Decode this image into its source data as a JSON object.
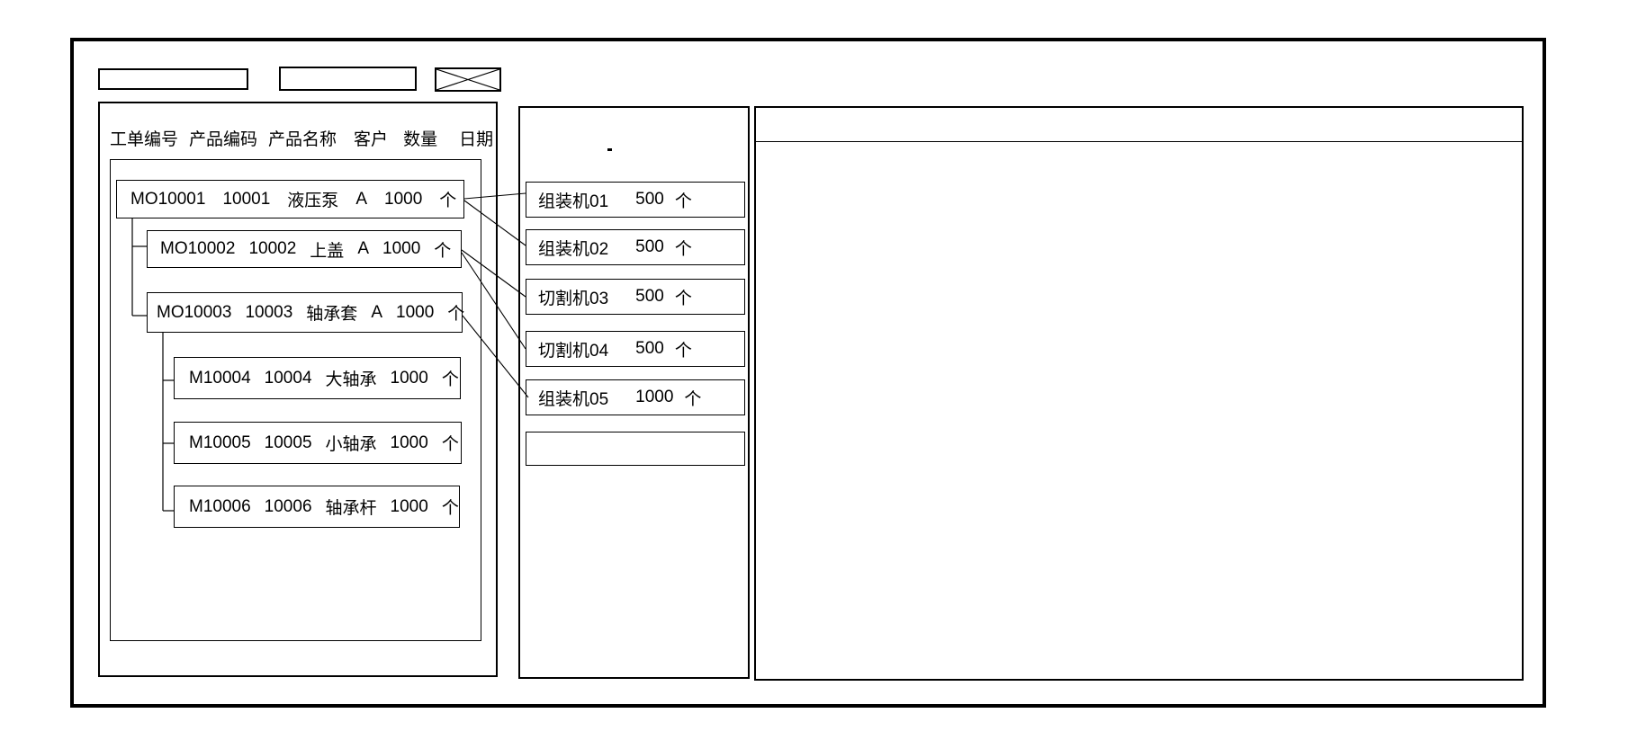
{
  "colors": {
    "border": "#000000",
    "background": "#ffffff",
    "text": "#000000"
  },
  "toolbar": {
    "field1_value": "",
    "field2_value": "",
    "close_icon": "box-with-x-cross"
  },
  "work_orders": {
    "columns": [
      "工单编号",
      "产品编码",
      "产品名称",
      "客户",
      "数量",
      "日期"
    ],
    "items": [
      {
        "order_no": "MO10001",
        "product_code": "10001",
        "product_name": "液压泵",
        "customer": "A",
        "qty": "1000",
        "unit": "个",
        "parent": null
      },
      {
        "order_no": "MO10002",
        "product_code": "10002",
        "product_name": "上盖",
        "customer": "A",
        "qty": "1000",
        "unit": "个",
        "parent": "MO10001"
      },
      {
        "order_no": "MO10003",
        "product_code": "10003",
        "product_name": "轴承套",
        "customer": "A",
        "qty": "1000",
        "unit": "个",
        "parent": "MO10001"
      },
      {
        "order_no": "M10004",
        "product_code": "10004",
        "product_name": "大轴承",
        "customer": "",
        "qty": "1000",
        "unit": "个",
        "parent": "MO10003"
      },
      {
        "order_no": "M10005",
        "product_code": "10005",
        "product_name": "小轴承",
        "customer": "",
        "qty": "1000",
        "unit": "个",
        "parent": "MO10003"
      },
      {
        "order_no": "M10006",
        "product_code": "10006",
        "product_name": "轴承杆",
        "customer": "",
        "qty": "1000",
        "unit": "个",
        "parent": "MO10003"
      }
    ]
  },
  "machines": {
    "items": [
      {
        "name": "组装机01",
        "qty": "500",
        "unit": "个"
      },
      {
        "name": "组装机02",
        "qty": "500",
        "unit": "个"
      },
      {
        "name": "切割机03",
        "qty": "500",
        "unit": "个"
      },
      {
        "name": "切割机04",
        "qty": "500",
        "unit": "个"
      },
      {
        "name": "组装机05",
        "qty": "1000",
        "unit": "个"
      },
      {
        "name": "",
        "qty": "",
        "unit": ""
      }
    ]
  },
  "assignments": [
    {
      "from": "MO10001",
      "to": "组装机01"
    },
    {
      "from": "MO10001",
      "to": "组装机02"
    },
    {
      "from": "MO10002",
      "to": "切割机03"
    },
    {
      "from": "MO10002",
      "to": "切割机04"
    },
    {
      "from": "MO10003",
      "to": "组装机05"
    }
  ]
}
